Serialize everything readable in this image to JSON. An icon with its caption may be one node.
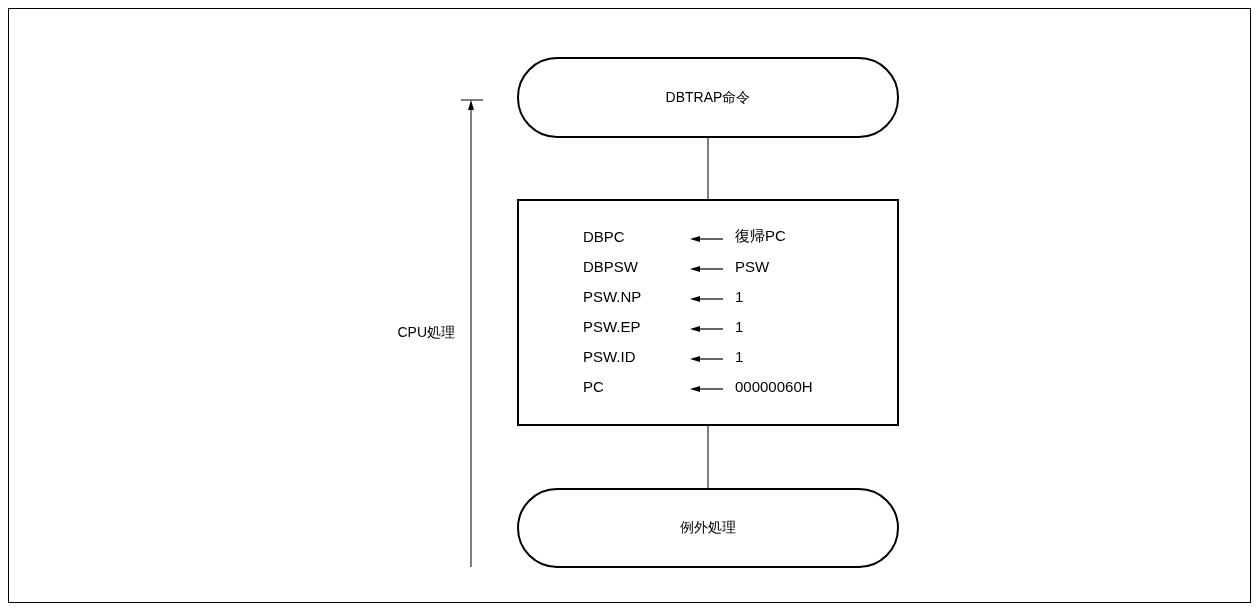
{
  "diagram": {
    "nodes": [
      {
        "text": [
          "DBTRAP命令"
        ]
      },
      {
        "text": [
          "DBPC",
          "復帰PC",
          "DBPSW",
          "PSW",
          "PSW.NP",
          "1",
          "PSW.EP",
          "1",
          "PSW.ID",
          "1",
          "PC",
          "00000060H"
        ]
      },
      {
        "text": [
          "例外処理"
        ]
      }
    ],
    "edges": [
      {
        "from": 0,
        "to": 1,
        "arrow": "none"
      },
      {
        "from": 1,
        "to": 2,
        "arrow": "none"
      }
    ],
    "labels": [
      "CPU処理"
    ]
  }
}
